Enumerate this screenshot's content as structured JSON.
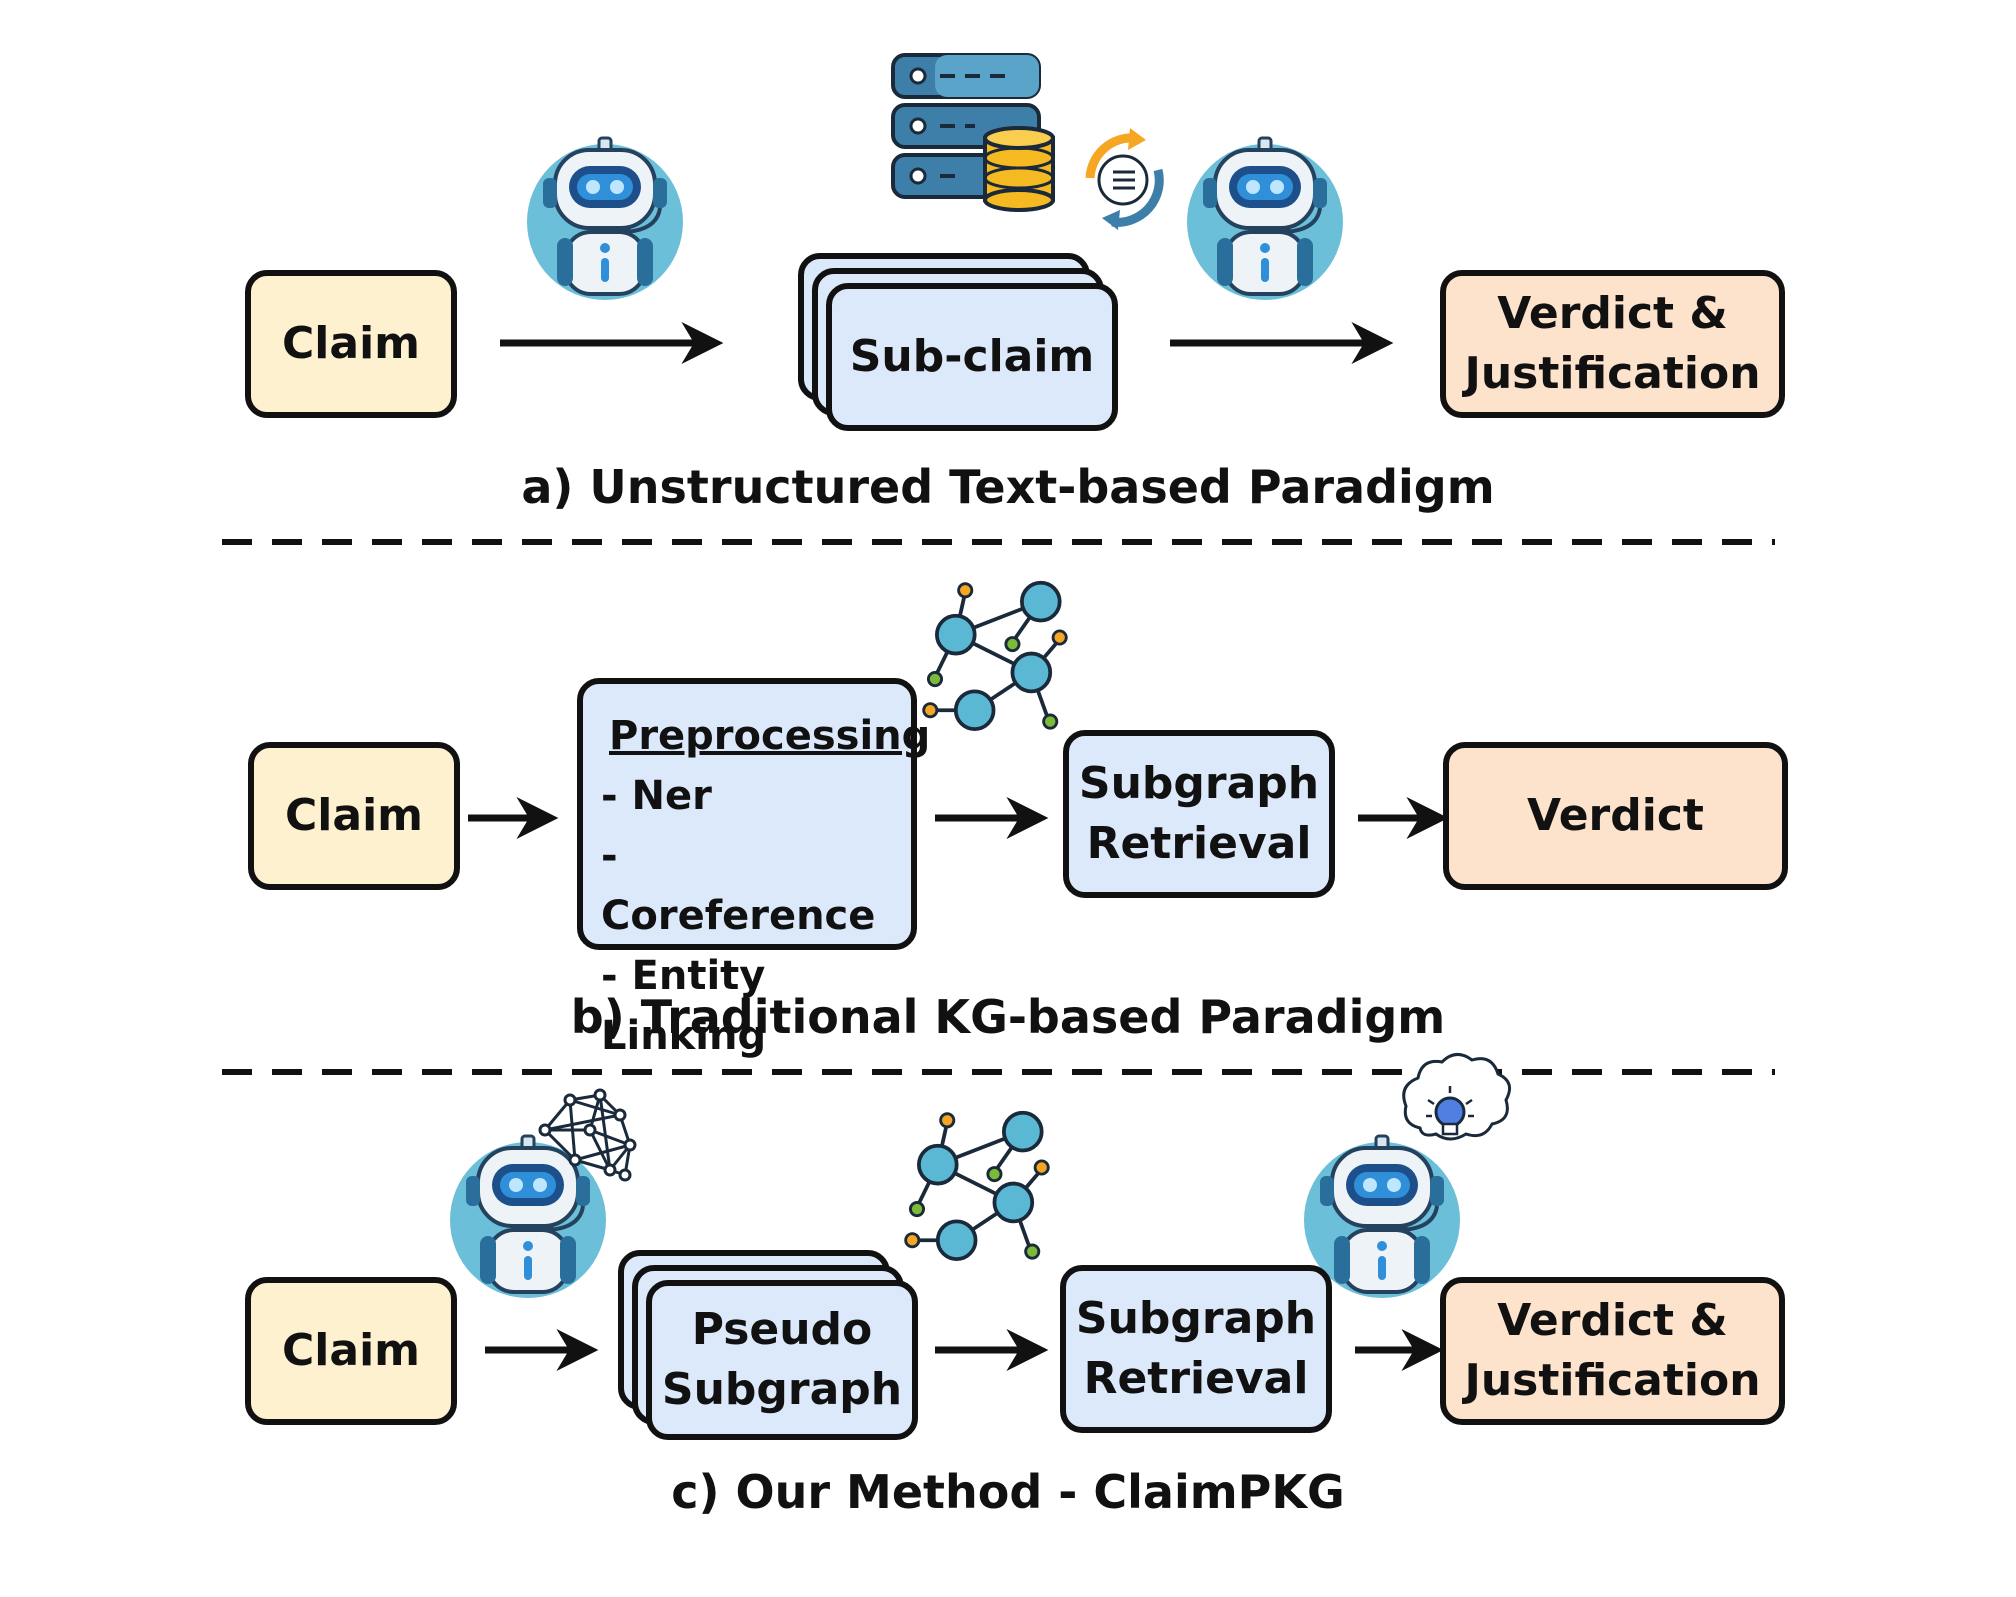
{
  "panel_a": {
    "caption": "a) Unstructured Text-based Paradigm",
    "claim": "Claim",
    "subclaim": "Sub-claim",
    "verdict_line1": "Verdict &",
    "verdict_line2": "Justification"
  },
  "panel_b": {
    "caption": "b) Traditional KG-based Paradigm",
    "claim": "Claim",
    "prep_title": "Preprocessing",
    "prep_items": [
      "- Ner",
      "- Coreference",
      "- Entity Linking"
    ],
    "retrieval_line1": "Subgraph",
    "retrieval_line2": "Retrieval",
    "verdict": "Verdict"
  },
  "panel_c": {
    "caption": "c) Our Method - ClaimPKG",
    "claim": "Claim",
    "pseudo_line1": "Pseudo",
    "pseudo_line2": "Subgraph",
    "retrieval_line1": "Subgraph",
    "retrieval_line2": "Retrieval",
    "verdict_line1": "Verdict &",
    "verdict_line2": "Justification"
  },
  "colors": {
    "claim_fill": "#fdf1cf",
    "process_fill": "#dce9fb",
    "output_fill": "#fde2cc",
    "robot_blue": "#6bbfd8",
    "node_blue": "#5bb8d4",
    "db_orange": "#f5b921",
    "db_blue": "#3d7fa8"
  },
  "icons": [
    "robot-icon",
    "database-server-icon",
    "sync-list-icon",
    "knowledge-graph-icon",
    "neural-network-icon",
    "lightbulb-thought-icon"
  ]
}
